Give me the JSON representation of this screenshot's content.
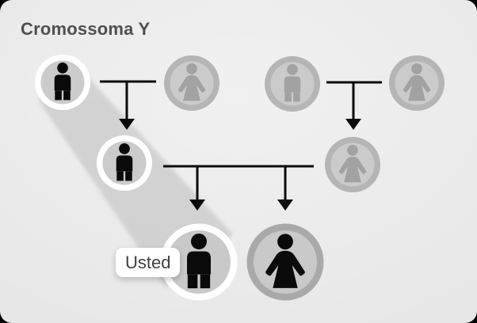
{
  "title": "Cromossoma Y",
  "badge": {
    "label": "Usted"
  },
  "palette": {
    "page_background": "#000000",
    "card_gradient_light": "#f1f1f1",
    "card_gradient_dark": "#dddddd",
    "title_text": "#4f4f4f",
    "connector_line": "#0b0b0b",
    "beam": "#b9b9b9",
    "ring_highlight": "#ffffff",
    "ring_dimmed": "#b5b5b5",
    "ring_sister": "#a9a9a9",
    "circle_fill": "#cbcbcb",
    "circle_fill_large": "#c9c9c9",
    "figure_highlight": "#0a0a0a",
    "figure_dimmed": "#a2a2a2",
    "badge_background": "#ffffff",
    "badge_text": "#3f3f3f"
  },
  "tree": {
    "generation1": [
      {
        "id": "paternal-grandfather",
        "sex": "male",
        "y_carrier": true,
        "highlighted": true
      },
      {
        "id": "paternal-grandmother",
        "sex": "female",
        "y_carrier": false,
        "highlighted": false
      },
      {
        "id": "maternal-grandfather",
        "sex": "male",
        "y_carrier": false,
        "highlighted": false
      },
      {
        "id": "maternal-grandmother",
        "sex": "female",
        "y_carrier": false,
        "highlighted": false
      }
    ],
    "generation2": [
      {
        "id": "father",
        "sex": "male",
        "y_carrier": true,
        "highlighted": true
      },
      {
        "id": "mother",
        "sex": "female",
        "y_carrier": false,
        "highlighted": false
      }
    ],
    "generation3": [
      {
        "id": "usted",
        "sex": "male",
        "y_carrier": true,
        "highlighted": true,
        "label": "Usted"
      },
      {
        "id": "sister",
        "sex": "female",
        "y_carrier": false,
        "highlighted": false
      }
    ]
  }
}
